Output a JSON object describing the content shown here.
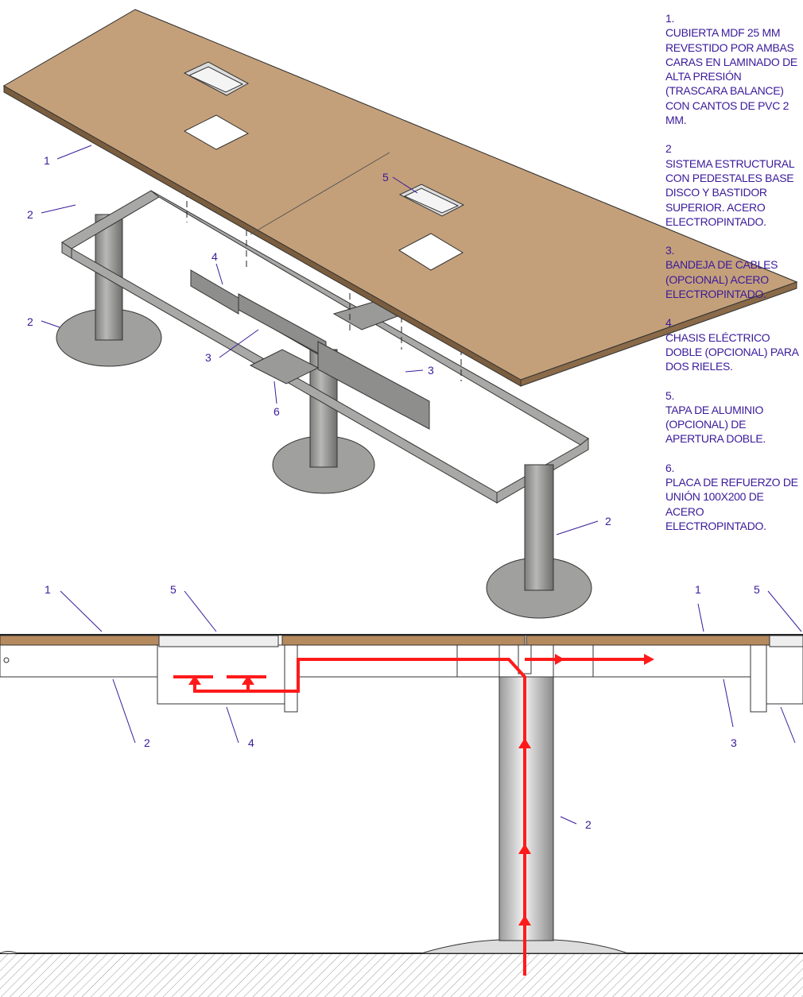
{
  "legend": [
    {
      "num": "1.",
      "text": "CUBIERTA MDF 25 MM REVESTIDO POR AMBAS CARAS EN LAMINADO DE ALTA PRESIÓN (TRASCARA BALANCE) CON CANTOS DE PVC 2 MM."
    },
    {
      "num": "2",
      "text": "SISTEMA ESTRUCTURAL CON PEDESTALES BASE DISCO Y BASTIDOR SUPERIOR. ACERO ELECTROPINTADO."
    },
    {
      "num": "3.",
      "text": "BANDEJA DE CABLES (OPCIONAL) ACERO ELECTROPINTADO."
    },
    {
      "num": "4.",
      "text": "CHASIS ELÉCTRICO DOBLE (OPCIONAL) PARA DOS RIELES."
    },
    {
      "num": "5.",
      "text": "TAPA DE ALUMINIO (OPCIONAL) DE APERTURA DOBLE."
    },
    {
      "num": "6.",
      "text": "PLACA DE REFUERZO DE UNIÓN 100X200 DE ACERO ELECTROPINTADO."
    }
  ],
  "iso_callouts": [
    "1",
    "2",
    "2",
    "4",
    "3",
    "6",
    "5",
    "3",
    "2"
  ],
  "section_callouts": [
    "1",
    "5",
    "1",
    "5",
    "2",
    "4",
    "3",
    "2"
  ],
  "colors": {
    "label": "#3a1a9a",
    "top": "#c4a07a",
    "steel": "#a8a8a6",
    "cable": "#ff1a1a"
  }
}
